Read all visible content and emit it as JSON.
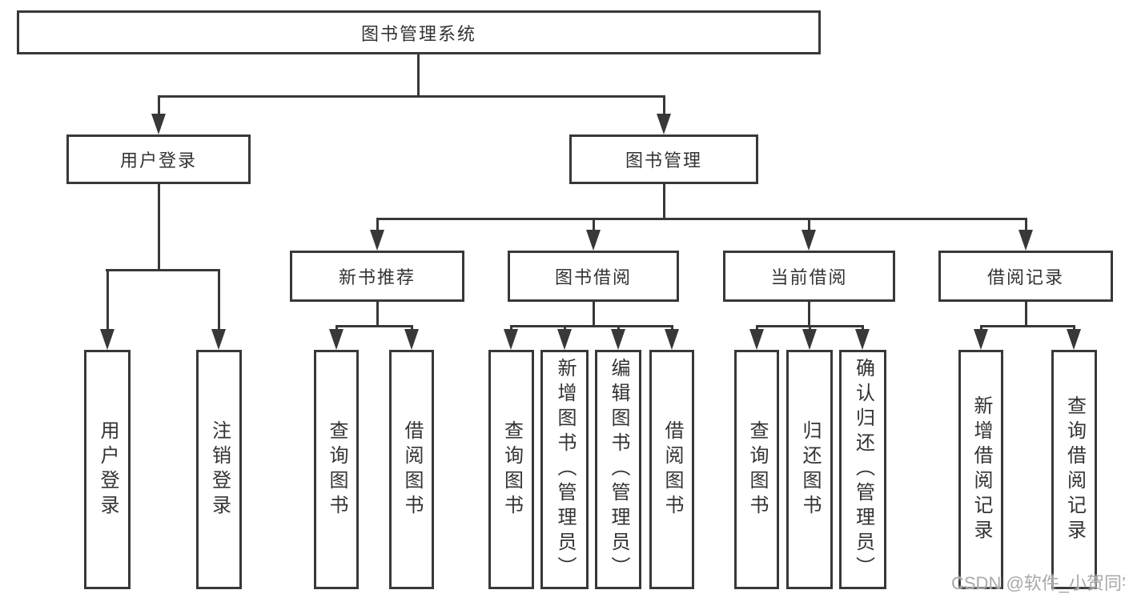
{
  "tree": {
    "root": {
      "label": "图书管理系统"
    },
    "branches": [
      {
        "label": "用户登录",
        "leaves": [
          "用户登录",
          "注销登录"
        ]
      },
      {
        "label": "图书管理",
        "groups": [
          {
            "label": "新书推荐",
            "leaves": [
              "查询图书",
              "借阅图书"
            ]
          },
          {
            "label": "图书借阅",
            "leaves": [
              "查询图书",
              "新增图书（管理员）",
              "编辑图书（管理员）",
              "借阅图书"
            ]
          },
          {
            "label": "当前借阅",
            "leaves": [
              "查询图书",
              "归还图书",
              "确认归还（管理员）"
            ]
          },
          {
            "label": "借阅记录",
            "leaves": [
              "新增借阅记录",
              "查询借阅记录"
            ]
          }
        ]
      }
    ]
  },
  "watermark": {
    "text": "CSDN @软件_小贺同学"
  },
  "colors": {
    "line": "#383838",
    "text": "#333333",
    "watermark_text": "#a8a8a8",
    "background": "#ffffff"
  }
}
